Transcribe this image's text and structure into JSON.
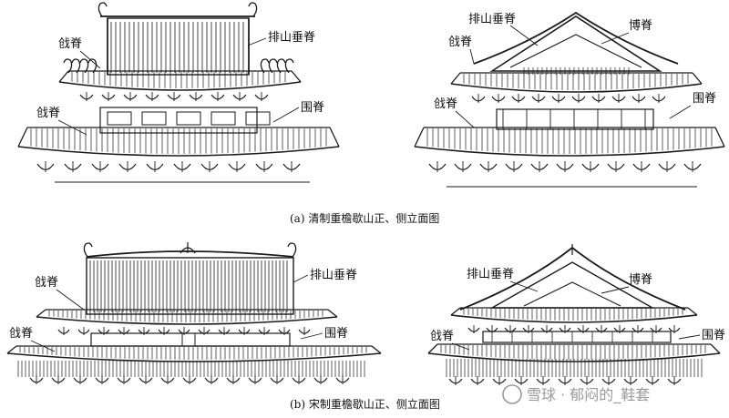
{
  "captions": {
    "qing": "(a) 清制重檐歇山正、侧立面图",
    "song": "(b) 宋制重檐歇山正、侧立面图"
  },
  "labels": {
    "qiang_ji": "戗脊",
    "pai_shan_chui_ji": "排山垂脊",
    "wei_ji": "围脊",
    "bo_ji": "博脊"
  },
  "watermark": "雪球 · 郁闷的_鞋套",
  "colors": {
    "ink": "#1a1a1a",
    "paper": "#ffffff",
    "watermark": "#9a9a9a"
  }
}
